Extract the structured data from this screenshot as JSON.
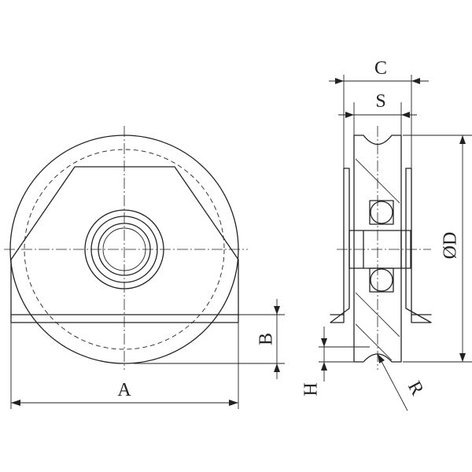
{
  "labels": {
    "A": "A",
    "B": "B",
    "C": "C",
    "S": "S",
    "D": "ØD",
    "H": "H",
    "R": "R"
  },
  "colors": {
    "line": "#222222",
    "background": "#ffffff"
  }
}
